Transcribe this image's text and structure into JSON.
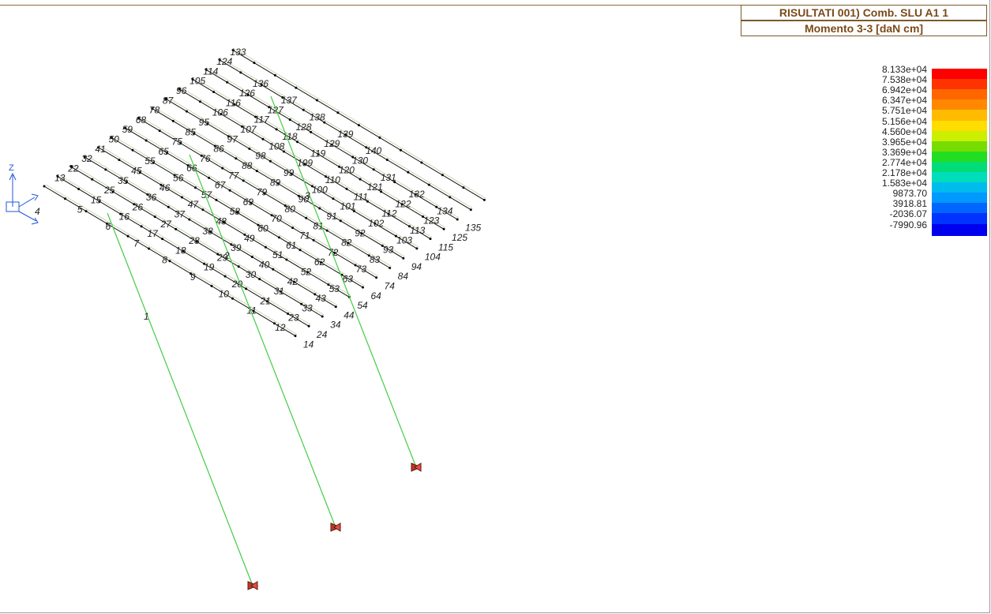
{
  "header": {
    "title": "RISULTATI   001) Comb. SLU A1 1",
    "subtitle": "Momento 3-3 [daN cm]"
  },
  "legend": {
    "entries": [
      {
        "label": "8.133e+04",
        "color": "#ff0000"
      },
      {
        "label": "7.538e+04",
        "color": "#ff3300"
      },
      {
        "label": "6.942e+04",
        "color": "#ff6600"
      },
      {
        "label": "6.347e+04",
        "color": "#ff8800"
      },
      {
        "label": "5.751e+04",
        "color": "#ffbb00"
      },
      {
        "label": "5.156e+04",
        "color": "#ffdd00"
      },
      {
        "label": "4.560e+04",
        "color": "#ccee00"
      },
      {
        "label": "3.965e+04",
        "color": "#77dd00"
      },
      {
        "label": "3.369e+04",
        "color": "#22dd22"
      },
      {
        "label": "2.774e+04",
        "color": "#00dd77"
      },
      {
        "label": "2.178e+04",
        "color": "#00ddbb"
      },
      {
        "label": "1.583e+04",
        "color": "#00bbee"
      },
      {
        "label": "9873.70",
        "color": "#0099ff"
      },
      {
        "label": "3918.81",
        "color": "#0066ff"
      },
      {
        "label": "-2036.07",
        "color": "#0033ff"
      },
      {
        "label": "-7990.96",
        "color": "#0000ee"
      }
    ]
  },
  "axis": {
    "z_label": "Z"
  },
  "model": {
    "beam_start_numbers": [
      4,
      13,
      22,
      32,
      41,
      50,
      59,
      68,
      78,
      87,
      96,
      105,
      114,
      124,
      133
    ],
    "diagonal_labels": [
      "1",
      "2",
      "3"
    ],
    "element_labels": [
      "5",
      "6",
      "7",
      "8",
      "9",
      "10",
      "11",
      "12",
      "14",
      "15",
      "16",
      "17",
      "18",
      "19",
      "20",
      "21",
      "23",
      "24",
      "25",
      "26",
      "27",
      "28",
      "29",
      "30",
      "31",
      "33",
      "34",
      "35",
      "36",
      "37",
      "38",
      "39",
      "40",
      "42",
      "43",
      "44",
      "45",
      "46",
      "47",
      "48",
      "49",
      "51",
      "52",
      "53",
      "54",
      "55",
      "56",
      "57",
      "58",
      "60",
      "61",
      "62",
      "63",
      "64",
      "65",
      "66",
      "67",
      "69",
      "70",
      "71",
      "72",
      "73",
      "74",
      "75",
      "76",
      "77",
      "79",
      "80",
      "81",
      "82",
      "83",
      "84",
      "85",
      "86",
      "88",
      "89",
      "90",
      "91",
      "92",
      "93",
      "94",
      "95",
      "97",
      "98",
      "99",
      "100",
      "101",
      "102",
      "103",
      "104",
      "106",
      "107",
      "108",
      "109",
      "110",
      "111",
      "112",
      "113",
      "115",
      "116",
      "117",
      "118",
      "119",
      "120",
      "121",
      "122",
      "123",
      "125",
      "126",
      "127",
      "128",
      "129",
      "130",
      "131",
      "132",
      "134",
      "135",
      "136",
      "137",
      "138",
      "139",
      "140"
    ]
  }
}
